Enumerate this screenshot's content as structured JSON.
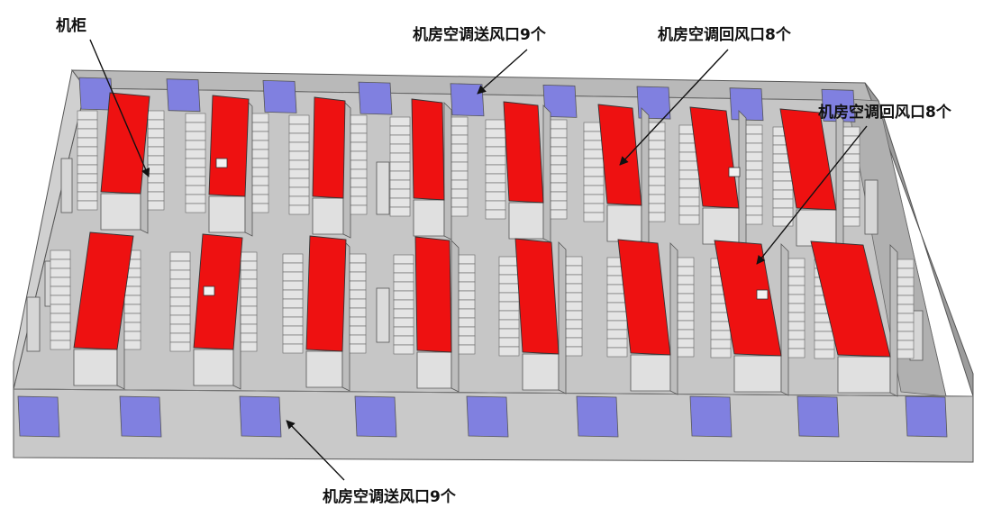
{
  "labels": {
    "cabinet": "机柜",
    "supply_top": "机房空调送风口9个",
    "return_top": "机房空调回风口8个",
    "return_right": "机房空调回风口8个",
    "supply_bottom": "机房空调送风口9个"
  },
  "colors": {
    "cabinet_top": "#ee1111",
    "vent": "#8080e0",
    "floor": "#c6c6c6",
    "wall_front": "#c9c9c9",
    "wall_side": "#a8a8a8",
    "rack": "#e4e4e4",
    "outline": "#333333"
  },
  "counts": {
    "supply_vents": 9,
    "return_vents": 8,
    "cabinet_rows": 2,
    "cabinets_per_row": 8
  }
}
